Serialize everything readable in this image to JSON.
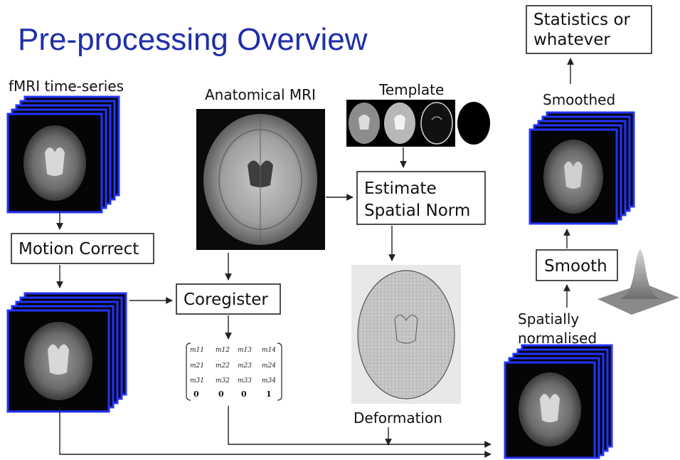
{
  "title": "Pre-processing Overview",
  "labels": {
    "fmri_series": "fMRI time-series",
    "anatomical": "Anatomical MRI",
    "template": "Template",
    "smoothed": "Smoothed",
    "spatially": "Spatially",
    "normalised": "normalised",
    "deformation": "Deformation"
  },
  "boxes": {
    "motion_correct": "Motion Correct",
    "coregister": "Coregister",
    "estimate_line1": "Estimate",
    "estimate_line2": "Spatial Norm",
    "smooth": "Smooth",
    "stats_line1": "Statistics or",
    "stats_line2": "whatever"
  },
  "matrix": {
    "rows": [
      [
        "m11",
        "m12",
        "m13",
        "m14"
      ],
      [
        "m21",
        "m22",
        "m23",
        "m24"
      ],
      [
        "m31",
        "m32",
        "m33",
        "m34"
      ],
      [
        "0",
        "0",
        "0",
        "1"
      ]
    ]
  },
  "colors": {
    "title": "#1f2fa8",
    "frame_border": "#2233ff",
    "gaussian": "#8a8a8a"
  }
}
